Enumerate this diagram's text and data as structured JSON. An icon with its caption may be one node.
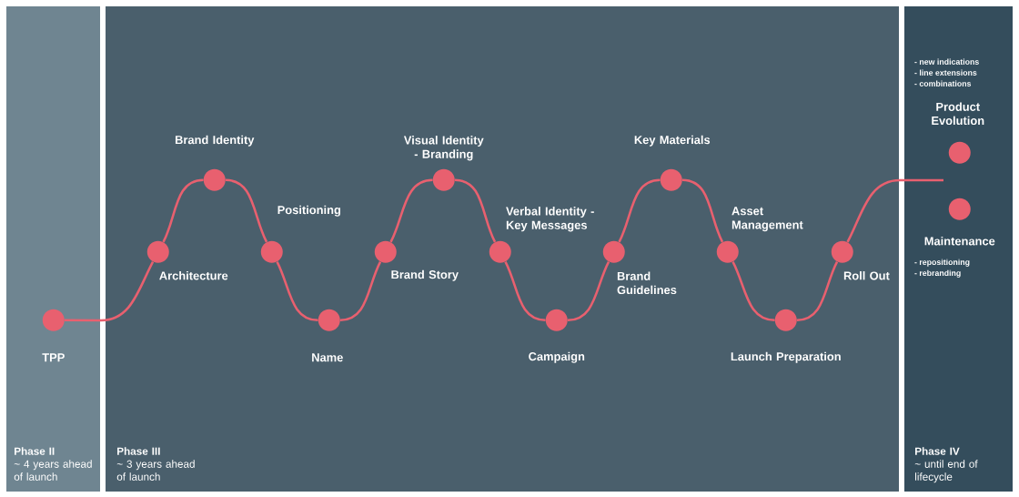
{
  "diagram": {
    "nodes": [
      {
        "text": [
          "Phase II",
          "~ 4 years ahead of launch"
        ]
      },
      {
        "text": [
          "TPP"
        ],
        "in": 0
      },
      {
        "text": [
          "Phase III",
          "~ 3 years ahead of launch"
        ]
      },
      {
        "text": [
          "Architecture"
        ],
        "in": 2
      },
      {
        "text": [
          "Brand Identity"
        ],
        "in": 2
      },
      {
        "text": [
          "Positioning"
        ],
        "in": 2
      },
      {
        "text": [
          "Name"
        ],
        "in": 2
      },
      {
        "text": [
          "Brand Story"
        ],
        "in": 2
      },
      {
        "text": [
          "Visual Identity - Branding"
        ],
        "in": 2
      },
      {
        "text": [
          "Verbal Identity - Key Messages"
        ],
        "in": 2
      },
      {
        "text": [
          "Campaign"
        ],
        "in": 2
      },
      {
        "text": [
          "Brand Guidelines"
        ],
        "in": 2
      },
      {
        "text": [
          "Key Materials"
        ],
        "in": 2
      },
      {
        "text": [
          "Asset Management"
        ],
        "in": 2
      },
      {
        "text": [
          "Launch Preparation"
        ],
        "in": 2
      },
      {
        "text": [
          "Roll Out"
        ],
        "in": 2
      },
      {
        "text": [
          "Phase IV",
          "~ until end of lifecycle"
        ]
      },
      {
        "text": [
          "Product Evolution"
        ],
        "beside": [
          "- new indications",
          "- line extensions",
          "- combinations"
        ],
        "in": 16
      },
      {
        "text": [
          "Maintenance"
        ],
        "beside": [
          "- repositioning",
          "- rebranding"
        ],
        "in": 16
      }
    ],
    "edges": [
      {
        "from": 1,
        "to": 3,
        "arrow": "none"
      },
      {
        "from": 3,
        "to": 4,
        "arrow": "none"
      },
      {
        "from": 4,
        "to": 5,
        "arrow": "none"
      },
      {
        "from": 5,
        "to": 6,
        "arrow": "none"
      },
      {
        "from": 6,
        "to": 7,
        "arrow": "none"
      },
      {
        "from": 7,
        "to": 8,
        "arrow": "none"
      },
      {
        "from": 8,
        "to": 9,
        "arrow": "none"
      },
      {
        "from": 9,
        "to": 10,
        "arrow": "none"
      },
      {
        "from": 10,
        "to": 11,
        "arrow": "none"
      },
      {
        "from": 11,
        "to": 12,
        "arrow": "none"
      },
      {
        "from": 12,
        "to": 13,
        "arrow": "none"
      },
      {
        "from": 13,
        "to": 14,
        "arrow": "none"
      },
      {
        "from": 14,
        "to": 15,
        "arrow": "none"
      },
      {
        "from": 15,
        "to": null,
        "arrow": "none"
      }
    ]
  }
}
